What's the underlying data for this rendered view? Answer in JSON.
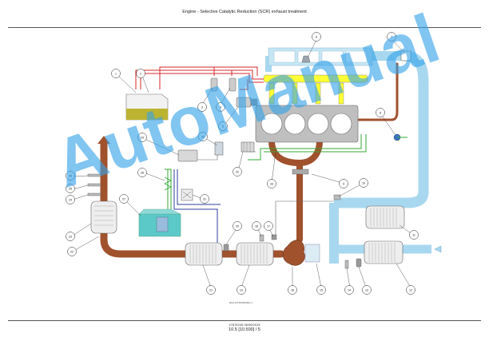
{
  "page": {
    "title": "Engine - Selective Catalytic Reduction (SCR) exhaust treatment",
    "figure_id": "RAIL13TRK0594EA  1",
    "footer_doc": "47676245 06/06/2015",
    "footer_page": "10.5 [10.500] / 5"
  },
  "watermark": {
    "text": "AutoManual",
    "color": "#35a3ea"
  },
  "colors": {
    "exhaust_pipe": "#a0522d",
    "intake_air": "#a8d8ef",
    "fuel_rail": "#ffff33",
    "red_lines": "#d62728",
    "green_lines": "#33aa33",
    "blue_lines": "#2c3e9e",
    "def_tank": "#5cc9c9",
    "fuel_tank": "#bcb430"
  },
  "callouts": [
    {
      "label": "1"
    },
    {
      "label": "2"
    },
    {
      "label": "3"
    },
    {
      "label": "4"
    },
    {
      "label": "5"
    },
    {
      "label": "6"
    },
    {
      "label": "7"
    },
    {
      "label": "8"
    },
    {
      "label": "9"
    },
    {
      "label": "10"
    },
    {
      "label": "11"
    },
    {
      "label": "12"
    },
    {
      "label": "13"
    },
    {
      "label": "14"
    },
    {
      "label": "15"
    },
    {
      "label": "16"
    },
    {
      "label": "17"
    },
    {
      "label": "18"
    },
    {
      "label": "19"
    },
    {
      "label": "20"
    },
    {
      "label": "21"
    },
    {
      "label": "22"
    },
    {
      "label": "23"
    },
    {
      "label": "24"
    },
    {
      "label": "25"
    },
    {
      "label": "26"
    },
    {
      "label": "27"
    },
    {
      "label": "28"
    },
    {
      "label": "29"
    },
    {
      "label": "30"
    },
    {
      "label": "31"
    },
    {
      "label": "32"
    },
    {
      "label": "33"
    }
  ]
}
